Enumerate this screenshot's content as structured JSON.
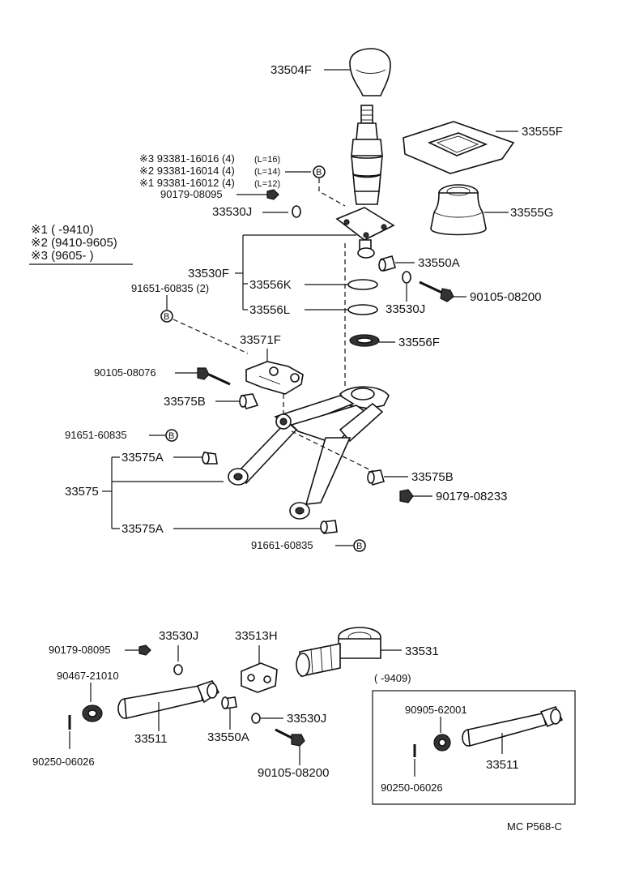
{
  "labels": {
    "p33504F": "33504F",
    "p33555F": "33555F",
    "p33555G": "33555G",
    "n3": "※3 93381-16016 (4)",
    "n3L": "(L=16)",
    "n2": "※2 93381-16014 (4)",
    "n2L": "(L=14)",
    "n1": "※1 93381-16012 (4)",
    "n1L": "(L=12)",
    "p90179_08095a": "90179-08095",
    "p33530J_a": "33530J",
    "legend1": "※1 (      -9410)",
    "legend2": "※2 (9410-9605)",
    "legend3": "※3 (9605-        )",
    "p33530F": "33530F",
    "p33550A_a": "33550A",
    "p91651_60835_2": "91651-60835 (2)",
    "p33556K": "33556K",
    "p33530J_b": "33530J",
    "p90105_08200_a": "90105-08200",
    "p33556L": "33556L",
    "p33556F": "33556F",
    "p33571F": "33571F",
    "p90105_08076": "90105-08076",
    "p33575B_a": "33575B",
    "p91651_60835": "91651-60835",
    "p33575A_a": "33575A",
    "p33575": "33575",
    "p33575B_b": "33575B",
    "p90179_08233": "90179-08233",
    "p33575A_b": "33575A",
    "p91661_60835": "91661-60835",
    "p90179_08095b": "90179-08095",
    "p33530J_c": "33530J",
    "p33513H": "33513H",
    "p33531": "33531",
    "p90467_21010": "90467-21010",
    "p9409": "(      -9409)",
    "p90905_62001": "90905-62001",
    "p33511_a": "33511",
    "p33550A_b": "33550A",
    "p33530J_d": "33530J",
    "p33511_b": "33511",
    "p90250_06026_a": "90250-06026",
    "p90105_08200_b": "90105-08200",
    "p90250_06026_b": "90250-06026",
    "ref": "MC  P568-C",
    "B": "B"
  },
  "icons": [
    "b-circle-icon"
  ]
}
